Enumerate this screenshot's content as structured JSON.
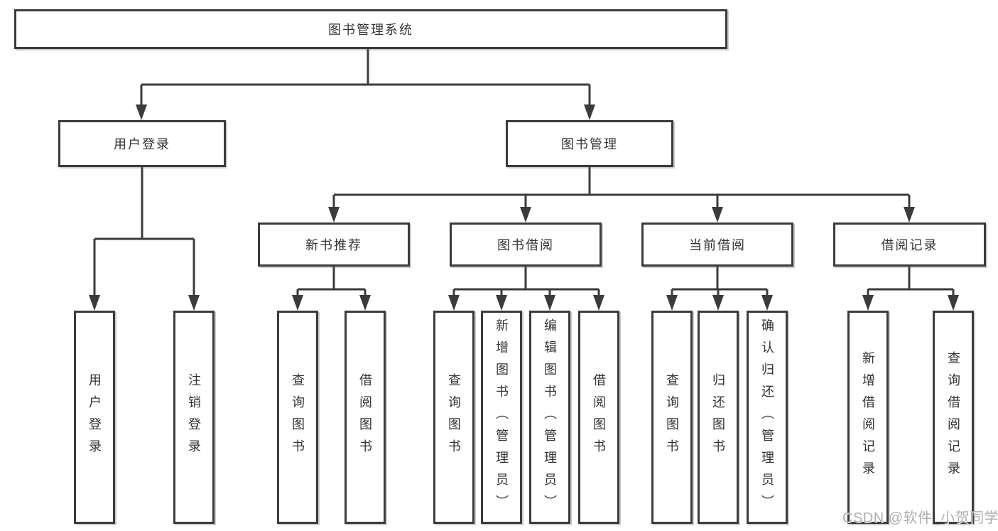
{
  "diagram": {
    "root": "图书管理系统",
    "level2": {
      "user_login": "用户登录",
      "book_mgmt": "图书管理"
    },
    "level3": {
      "new_books": "新书推荐",
      "book_borrow": "图书借阅",
      "current_borrow": "当前借阅",
      "borrow_records": "借阅记录"
    },
    "leaves": {
      "user_login": "用户登录",
      "logout": "注销登录",
      "nb_query": "查询图书",
      "nb_borrow": "借阅图书",
      "bb_query": "查询图书",
      "bb_add": "新增图书（管理员）",
      "bb_edit": "编辑图书（管理员）",
      "bb_borrow": "借阅图书",
      "cb_query": "查询图书",
      "cb_return": "归还图书",
      "cb_confirm": "确认归还（管理员）",
      "br_add": "新增借阅记录",
      "br_query": "查询借阅记录"
    }
  },
  "watermark": "CSDN @软件_小贺同学",
  "colors": {
    "line": "#3b3b3b",
    "text": "#333333",
    "watermark": "#a8a8a8",
    "background": "#ffffff"
  }
}
